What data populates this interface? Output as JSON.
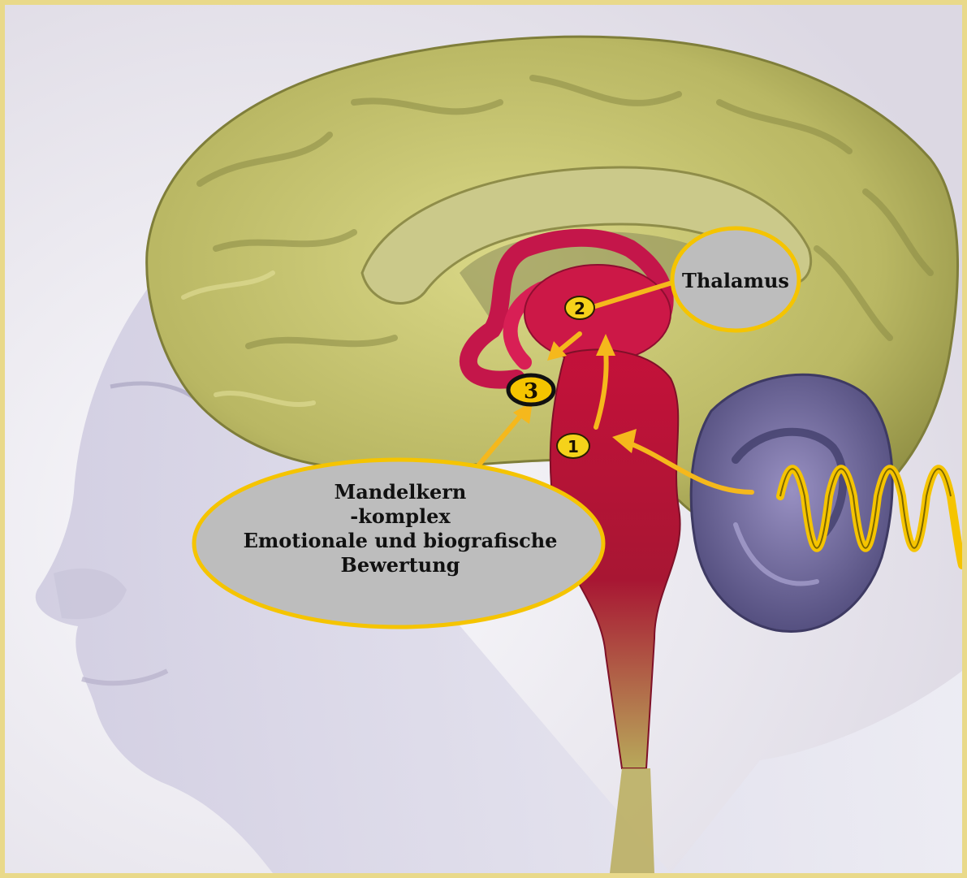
{
  "labels": {
    "thalamus": "Thalamus",
    "amygdala_lines": [
      "Mandelkern",
      "-komplex",
      "Emotionale und biografische",
      "Bewertung"
    ]
  },
  "markers": [
    "1",
    "2",
    "3"
  ],
  "colors": {
    "frame": "#e9d98a",
    "callout_fill": "#bdbdbd",
    "callout_border": "#f5c400",
    "arrow": "#f5b81c",
    "brain": "#c2c06a",
    "limbic": "#b8123a",
    "ear": "#6e689a"
  },
  "icons": [
    "brain-illustration",
    "head-silhouette",
    "sound-wave-icon",
    "ear-illustration"
  ]
}
